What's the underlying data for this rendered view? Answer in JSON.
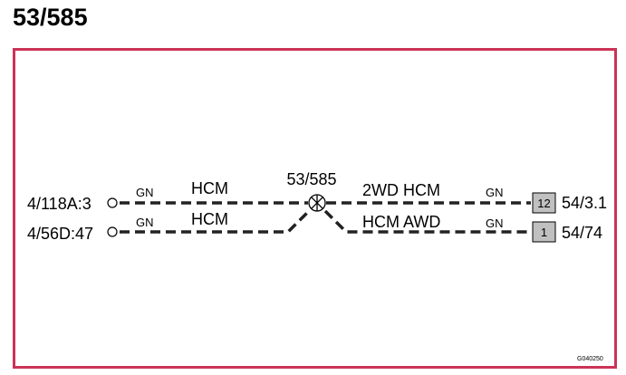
{
  "title": "53/585",
  "colors": {
    "frame_border": "#cc3355",
    "wire": "#222222",
    "connector_box": "#c0c0c0"
  },
  "splice": {
    "label": "53/585",
    "icon": "splice-junction-icon"
  },
  "left_terminals": [
    {
      "label": "4/118A:3",
      "icon": "open-circle-terminal-icon"
    },
    {
      "label": "4/56D:47",
      "icon": "open-circle-terminal-icon"
    }
  ],
  "wires": [
    {
      "color_code_left": "GN",
      "name_left": "HCM",
      "name_right": "2WD HCM",
      "color_code_right": "GN"
    },
    {
      "color_code_left": "GN",
      "name_left": "HCM",
      "name_right": "HCM AWD",
      "color_code_right": "GN"
    }
  ],
  "right_connectors": [
    {
      "pin": "12",
      "label": "54/3.1"
    },
    {
      "pin": "1",
      "label": "54/74"
    }
  ],
  "figure_code": "G040250"
}
